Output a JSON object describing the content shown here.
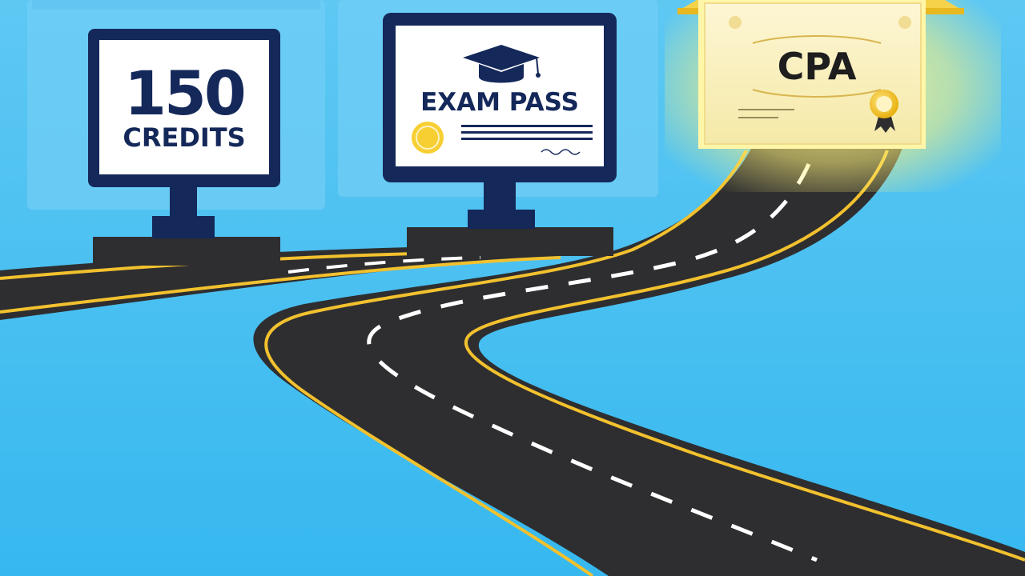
{
  "signs": {
    "credits": {
      "number": "150",
      "label": "CREDITS"
    },
    "exam": {
      "label": "EXAM PASS",
      "icon": "graduation-cap-icon",
      "seal_icon": "gold-seal-icon"
    },
    "certificate": {
      "label": "CPA",
      "seal_icon": "ribbon-seal-icon"
    }
  },
  "colors": {
    "background": "#3cbdf0",
    "panel": "#6dcdf5",
    "road": "#2e2e30",
    "road_edge": "#f2c12e",
    "sign_frame": "#14285a",
    "certificate": "#fbf3c8",
    "certificate_glow": "#fff27a",
    "seal": "#f2c12e"
  }
}
